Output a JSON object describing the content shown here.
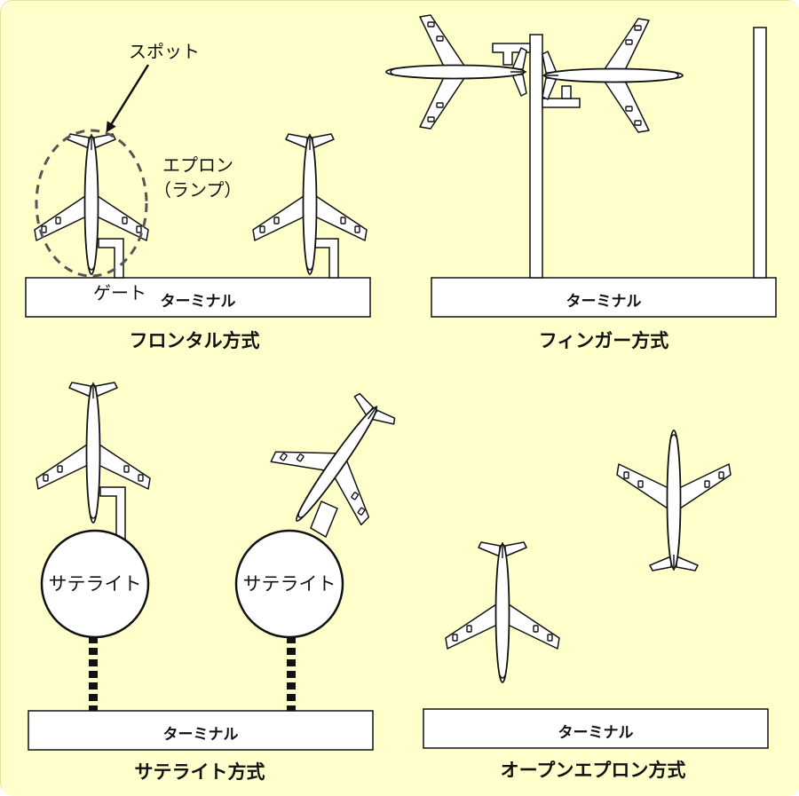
{
  "colors": {
    "background": "#ffffcc",
    "stroke": "#111111",
    "fill": "#ffffff",
    "spot_ring": "#555555",
    "connector": "#111111"
  },
  "labels": {
    "terminal": "ターミナル",
    "satellite": "サテライト",
    "spot": "スポット",
    "apron_line1": "エプロン",
    "apron_line2": "（ランプ）",
    "gate": "ゲート"
  },
  "systems": {
    "frontal": "フロンタル方式",
    "finger": "フィンガー方式",
    "satellite": "サテライト方式",
    "open_apron": "オープンエプロン方式"
  },
  "icons": [
    "airplane-icon",
    "jet-bridge-icon",
    "arrow-icon"
  ]
}
